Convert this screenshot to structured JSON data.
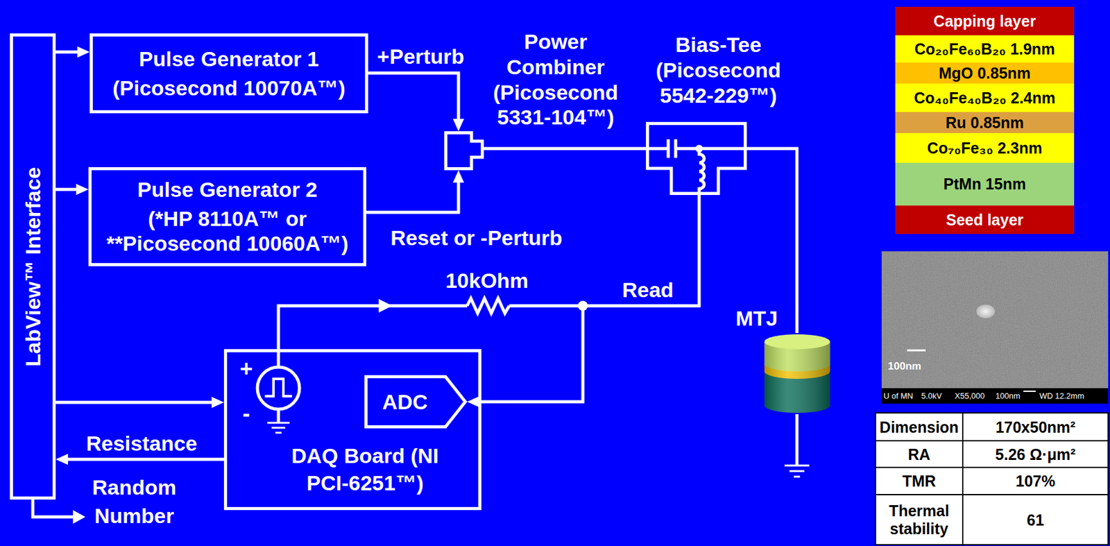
{
  "diagram": {
    "nodes": [
      {
        "text": [
          "LabView™ Interface"
        ]
      },
      {
        "text": [
          "Pulse Generator 1",
          "(Picosecond 10070A™)"
        ]
      },
      {
        "text": [
          "Pulse Generator 2",
          "(*HP 8110A™ or **Picosecond 10060A™)"
        ]
      },
      {
        "text": [
          "Power Combiner (Picosecond 5331-104™)"
        ]
      },
      {
        "text": [
          "Bias-Tee (Picosecond 5542-229™)"
        ]
      },
      {
        "text": [
          "MTJ"
        ]
      },
      {
        "text": [
          "DAQ Board (NI PCI-6251™)"
        ]
      },
      {
        "text": [
          "ADC"
        ],
        "in": 6
      },
      {
        "text": [
          "Capping layer"
        ]
      },
      {
        "text": [
          "Co₂₀Fe₆₀B₂₀ 1.9nm"
        ]
      },
      {
        "text": [
          "MgO 0.85nm"
        ]
      },
      {
        "text": [
          "Co₄₀Fe₄₀B₂₀ 2.4nm"
        ]
      },
      {
        "text": [
          "Ru 0.85nm"
        ]
      },
      {
        "text": [
          "Co₇₀Fe₃₀ 2.3nm"
        ]
      },
      {
        "text": [
          "PtMn 15nm"
        ]
      },
      {
        "text": [
          "Seed layer"
        ]
      }
    ],
    "edges": [
      {
        "from": 0,
        "to": 1,
        "arrow": "to"
      },
      {
        "from": 0,
        "to": 2,
        "arrow": "to"
      },
      {
        "from": 0,
        "to": 6,
        "arrow": "to"
      },
      {
        "from": 6,
        "to": 0,
        "label": "Resistance",
        "arrow": "to"
      },
      {
        "from": 1,
        "to": 3,
        "label": "+Perturb",
        "arrow": "to"
      },
      {
        "from": 2,
        "to": 3,
        "label": "Reset or -Perturb",
        "arrow": "to"
      },
      {
        "from": 3,
        "to": 4,
        "arrow": "none"
      },
      {
        "from": 4,
        "to": 5,
        "arrow": "none"
      },
      {
        "from": 4,
        "to": 7,
        "label": "Read",
        "arrow": "to"
      }
    ],
    "labels": [
      "+",
      "-",
      "10kOhm",
      "Random Number",
      "100nm",
      "U of MN",
      "5.0kV",
      "X55,000",
      "100nm",
      "WD 12.2mm",
      "Dimension",
      "170x50nm²",
      "RA",
      "5.26 Ω·μm²",
      "TMR",
      "107%",
      "Thermal stability",
      "61"
    ]
  }
}
